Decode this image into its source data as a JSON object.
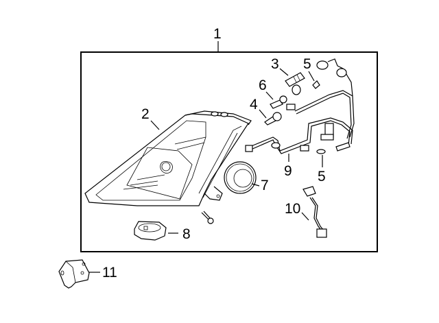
{
  "diagram": {
    "frame_label": "1",
    "callouts": [
      {
        "id": "housing",
        "label": "2"
      },
      {
        "id": "bulb-3",
        "label": "3"
      },
      {
        "id": "bulb-4",
        "label": "4"
      },
      {
        "id": "bulb-5-top",
        "label": "5"
      },
      {
        "id": "bulb-5-bottom",
        "label": "5"
      },
      {
        "id": "bulb-6",
        "label": "6"
      },
      {
        "id": "ring",
        "label": "7"
      },
      {
        "id": "ballast",
        "label": "8"
      },
      {
        "id": "harness-9",
        "label": "9"
      },
      {
        "id": "harness-10",
        "label": "10"
      },
      {
        "id": "bracket",
        "label": "11"
      }
    ]
  }
}
